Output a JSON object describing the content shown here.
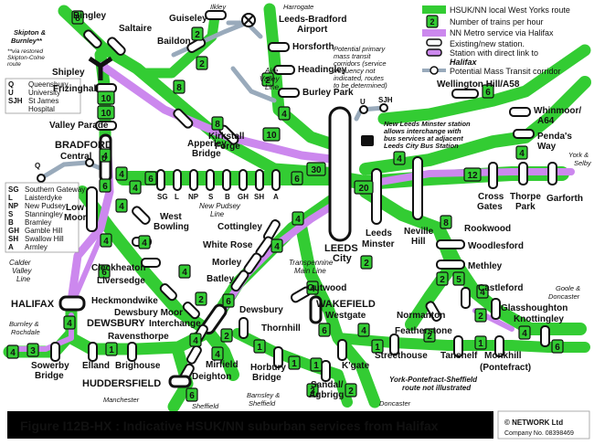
{
  "title": "Figure I12B-HX :  Indicative HSUK/NN suburban services from Halifax",
  "copyright": {
    "holder": "© NETWORK Ltd",
    "company": "Company No. 08398469"
  },
  "colors": {
    "hsuk": "#33cc33",
    "nn": "#cc88ee",
    "mass": "#99aabb",
    "dark": "#111111",
    "station": "#ffffff"
  },
  "legend": {
    "hsuk": "HSUK/NN local West Yorks route",
    "trains": "Number of trains per hour",
    "nn_halifax": "NN Metro service via Halifax",
    "station": "Existing/new station.",
    "direct_link_1": "Station with direct link to",
    "direct_link_2": "Halifax",
    "mass_transit": "Potential Mass Transit corridor",
    "sample_count": "2"
  },
  "notes": {
    "mass_transit": [
      "Potential primary",
      "mass transit",
      "corridors (service",
      "frequency not",
      "indicated, routes",
      "to be determined)"
    ],
    "minster": [
      "New Leeds Minster station",
      "allows interchange with",
      "bus services at adjacent",
      "Leeds City Bus Station"
    ],
    "skipton_star": [
      "**via restored",
      "Skipton-Colne",
      "route"
    ],
    "ypsf": [
      "York-Pontefract-Sheffield",
      "route not illustrated"
    ]
  },
  "codes_top": [
    {
      "code": "Q",
      "name": "Queensbury"
    },
    {
      "code": "U",
      "name": "University"
    },
    {
      "code": "SJH",
      "name": "St James"
    },
    {
      "code": "",
      "name": "Hospital"
    }
  ],
  "codes_mid": [
    {
      "code": "SG",
      "name": "Southern Gateway"
    },
    {
      "code": "L",
      "name": "Laisterdyke"
    },
    {
      "code": "NP",
      "name": "New Pudsey"
    },
    {
      "code": "S",
      "name": "Stanningley"
    },
    {
      "code": "B",
      "name": "Bramley"
    },
    {
      "code": "GH",
      "name": "Gamble Hill"
    },
    {
      "code": "SH",
      "name": "Swallow Hill"
    },
    {
      "code": "A",
      "name": "Armley"
    }
  ],
  "stations": {
    "bingley": "Bingley",
    "saltaire": "Saltaire",
    "skipton": "Skipton &",
    "burnley": "Burnley**",
    "ilkley": "Ilkley",
    "guiseley": "Guiseley",
    "harrogate": "Harrogate",
    "lbairport1": "Leeds-Bradford",
    "lbairport2": "Airport",
    "baildon": "Baildon",
    "horsforth": "Horsforth",
    "headingley": "Headingley",
    "burleypark": "Burley Park",
    "shipley": "Shipley",
    "frizinghall": "Frizinghall",
    "valleyparade": "Valley Parade",
    "bradford": "BRADFORD",
    "central": "Central",
    "apperley1": "Apperley",
    "apperley2": "Bridge",
    "kirkstall1": "Kirkstall",
    "kirkstall2": "Forge",
    "aire1": "Aire",
    "aire2": "Valley",
    "aire3": "Line",
    "wellington": "Wellington Hill/A58",
    "whinmoor1": "Whinmoor/",
    "whinmoor2": "A64",
    "pendas1": "Penda's",
    "pendas2": "Way",
    "york1": "York &",
    "york2": "Selby",
    "crossgates1": "Cross",
    "crossgates2": "Gates",
    "thorpepark1": "Thorpe",
    "thorpepark2": "Park",
    "garforth": "Garforth",
    "leeds1": "LEEDS",
    "leeds2": "City",
    "minster1": "Leeds",
    "minster2": "Minster",
    "neville1": "Neville",
    "neville2": "Hill",
    "rookwood": "Rookwood",
    "woodlesford": "Woodlesford",
    "methley": "Methley",
    "lowmoor1": "Low",
    "lowmoor2": "Moor",
    "westbowling1": "West",
    "westbowling2": "Bowling",
    "newpudsey1": "New Pudsey",
    "newpudsey2": "Line",
    "cottingley": "Cottingley",
    "whiterose": "White Rose",
    "morley": "Morley",
    "batley": "Batley",
    "transpennine1": "Transpennine",
    "transpennine2": "Main Line",
    "calder1": "Calder",
    "calder2": "Valley",
    "calder3": "Line",
    "cleckheaton": "Cleckheaton",
    "liversedge": "Liversedge",
    "heckmondwike": "Heckmondwike",
    "dewsburymoor": "Dewsbury Moor",
    "dewsbury": "DEWSBURY",
    "interchange": "Interchange",
    "ravensthorpe": "Ravensthorpe",
    "dewsbury2": "Dewsbury",
    "thornhill": "Thornhill",
    "outwood": "Outwood",
    "wakefield": "WAKEFIELD",
    "westgate": "Westgate",
    "normanton": "Normanton",
    "castleford": "Castleford",
    "glasshoughton": "Glasshoughton",
    "knottingley": "Knottingley",
    "goole1": "Goole &",
    "goole2": "Doncaster",
    "featherstone": "Featherstone",
    "streethouse": "Streethouse",
    "tanshelf": "Tanshelf",
    "monkhill": "Monkhill",
    "pontefract": "(Pontefract)",
    "halifax": "HALIFAX",
    "burnley2": "Burnley &",
    "rochdale": "Rochdale",
    "sowerby1": "Sowerby",
    "sowerby2": "Bridge",
    "elland": "Elland",
    "brighouse": "Brighouse",
    "mirfield": "Mirfield",
    "deighton": "Deighton",
    "huddersfield": "HUDDERSFIELD",
    "horbury1": "Horbury",
    "horbury2": "Bridge",
    "sandal1": "Sandal/",
    "sandal2": "Agbrigg",
    "kgate": "K'gate",
    "manchester": "Manchester",
    "sheffield": "Sheffield",
    "barnsley1": "Barnsley &",
    "barnsley2": "Sheffield",
    "doncaster": "Doncaster",
    "code_q": "Q",
    "code_u": "U",
    "code_u2": "U",
    "code_sjh": "SJH",
    "sg": "SG",
    "l": "L",
    "np": "NP",
    "s": "S",
    "b": "B",
    "gh": "GH",
    "sh": "SH",
    "a": "A"
  },
  "counts": {
    "c_bing_8": "8",
    "c_baildon_2": "2",
    "c_guise_2": "2",
    "c_8a": "8",
    "c_10a": "10",
    "c_10b": "10",
    "c_6a": "6",
    "c_2air": "2",
    "c_4air": "4",
    "c_10mid": "10",
    "c_30": "30",
    "c_20": "20",
    "c_6east": "6",
    "c_4c": "4",
    "c_12": "12",
    "c_6d": "6",
    "c_4g": "4",
    "c_4h": "4",
    "c_4i": "4",
    "c_4j": "4",
    "c_4k": "4",
    "c_6k": "6",
    "c_4l": "4",
    "c_8r": "8",
    "c_2m": "2",
    "c_5m": "5",
    "c_4n": "4",
    "c_2n": "2",
    "c_4o": "4",
    "c_4p": "4",
    "c_4q": "4",
    "c_1a": "1",
    "c_6q": "6",
    "c_3a": "3",
    "c_4r": "4",
    "c_2r": "2",
    "c_6s": "6",
    "c_4s": "4",
    "c_1b": "1",
    "c_2t": "2",
    "c_1c": "1",
    "c_1d": "1",
    "c_4u": "4",
    "c_6u": "6",
    "c_1e": "1",
    "c_4v": "4",
    "c_2v": "2",
    "c_3b": "3",
    "c_4w": "4",
    "c_8w": "8",
    "c_2w": "2",
    "c_4x": "4",
    "c_4y": "4",
    "c_6y": "6",
    "c_4z": "4",
    "c_2z": "2",
    "c_1f": "1",
    "c_6z": "6"
  }
}
